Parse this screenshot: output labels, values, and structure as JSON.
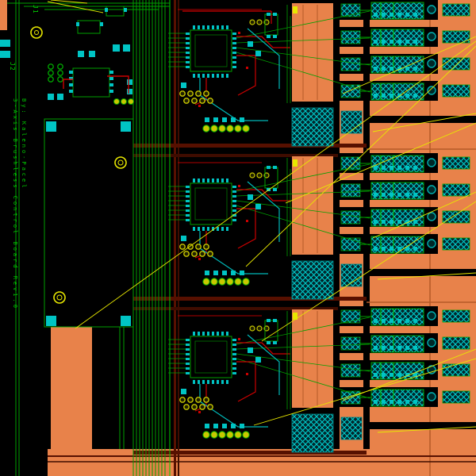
{
  "board": {
    "title": "3-Axis Brushless Control Board Rev1.0",
    "byline": "By: Kaleno-Pacel",
    "connector_j1": "J1",
    "connector_j2": "J2"
  },
  "colors": {
    "background": "#000000",
    "copper": "#E8824A",
    "copper_shadow": "#B45A28",
    "trace_green": "#00A000",
    "trace_green_bright": "#00D000",
    "pad_cyan": "#00C4C4",
    "hatch_cyan": "#00D4D4",
    "trace_red": "#CC0000",
    "maroon": "#571000",
    "maroon_dark": "#3F0C00",
    "airwire_yellow": "#E8E800",
    "via_yellow": "#C8C800",
    "silkscreen_green": "#00CC00"
  }
}
